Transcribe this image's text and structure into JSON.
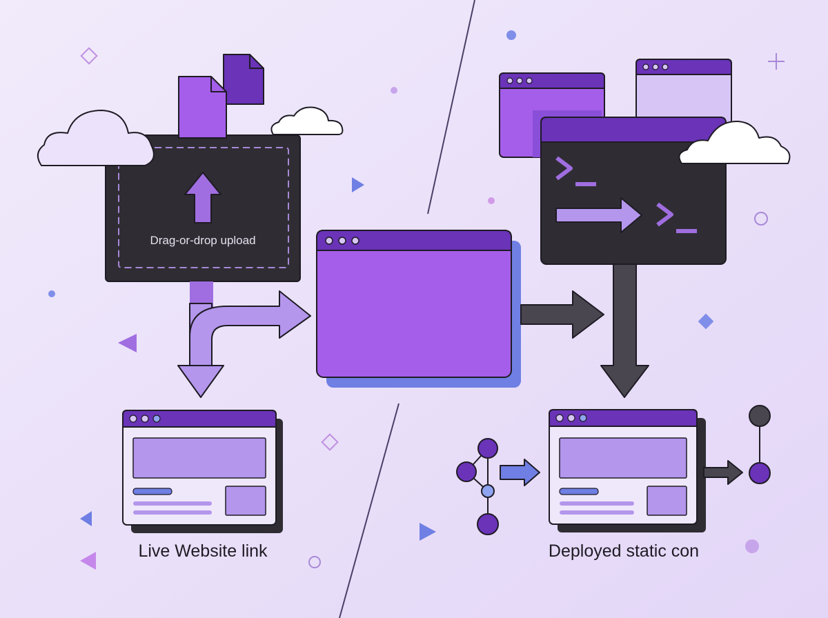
{
  "upload": {
    "label": "Drag-or-drop upload"
  },
  "left_output": {
    "label": "Live Website link"
  },
  "right_output": {
    "label": "Deployed static con"
  },
  "colors": {
    "dark": "#2f2d33",
    "purple": "#a55eea",
    "deep_purple": "#6a33b8",
    "light_purple": "#b496ec",
    "lavender": "#d7c6f5",
    "blue": "#6f7fe3",
    "outline": "#1e1b24"
  },
  "icons": [
    "cloud-icon",
    "file-icon",
    "upload-arrow-icon",
    "terminal-prompt-icon",
    "browser-window-icon",
    "node-graph-icon"
  ]
}
